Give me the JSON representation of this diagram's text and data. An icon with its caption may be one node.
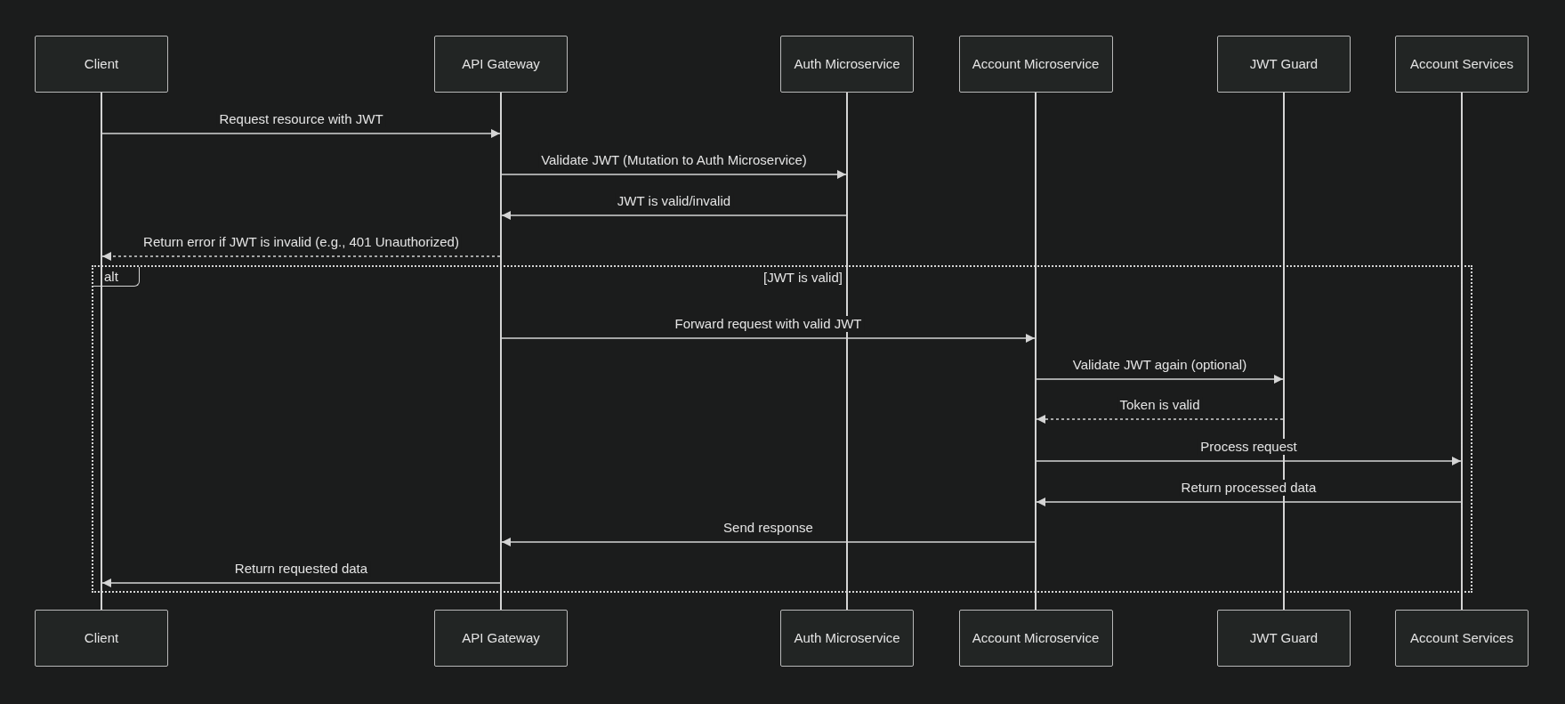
{
  "diagram": {
    "nodes": [
      {
        "text": [
          "Client"
        ]
      },
      {
        "text": [
          "API Gateway"
        ]
      },
      {
        "text": [
          "Auth Microservice"
        ]
      },
      {
        "text": [
          "Account Microservice"
        ]
      },
      {
        "text": [
          "JWT Guard"
        ]
      },
      {
        "text": [
          "Account Services"
        ]
      },
      {
        "text": [
          "Client"
        ]
      },
      {
        "text": [
          "API Gateway"
        ]
      },
      {
        "text": [
          "Auth Microservice"
        ]
      },
      {
        "text": [
          "Account Microservice"
        ]
      },
      {
        "text": [
          "JWT Guard"
        ]
      },
      {
        "text": [
          "Account Services"
        ]
      },
      {
        "text": [],
        "shape": "line"
      },
      {
        "text": [],
        "shape": "line"
      },
      {
        "text": [],
        "shape": "line"
      },
      {
        "text": [],
        "shape": "line"
      },
      {
        "text": [],
        "shape": "line"
      },
      {
        "text": [],
        "shape": "line"
      }
    ],
    "edges": [
      {
        "from": 12,
        "to": 13,
        "arrow": "to",
        "label": "Request resource with JWT"
      },
      {
        "from": 13,
        "to": 14,
        "arrow": "to",
        "label": "Validate JWT (Mutation to Auth Microservice)"
      },
      {
        "from": 14,
        "to": 13,
        "arrow": "to",
        "label": "JWT is valid/invalid"
      },
      {
        "from": 13,
        "to": 12,
        "arrow": "to",
        "label": "Return error if JWT is invalid (e.g., 401 Unauthorized)",
        "style": "dashed"
      },
      {
        "from": 13,
        "to": 15,
        "arrow": "to",
        "label": "Forward request with valid JWT"
      },
      {
        "from": 15,
        "to": 16,
        "arrow": "to",
        "label": "Validate JWT again (optional)"
      },
      {
        "from": 16,
        "to": 15,
        "arrow": "to",
        "label": "Token is valid",
        "style": "dashed"
      },
      {
        "from": 15,
        "to": 17,
        "arrow": "to",
        "label": "Process request"
      },
      {
        "from": 17,
        "to": 15,
        "arrow": "to",
        "label": "Return processed data"
      },
      {
        "from": 15,
        "to": 13,
        "arrow": "to",
        "label": "Send response"
      },
      {
        "from": 13,
        "to": 12,
        "arrow": "to",
        "label": "Return requested data"
      }
    ],
    "labels": [
      "alt",
      "[JWT is valid]"
    ]
  }
}
